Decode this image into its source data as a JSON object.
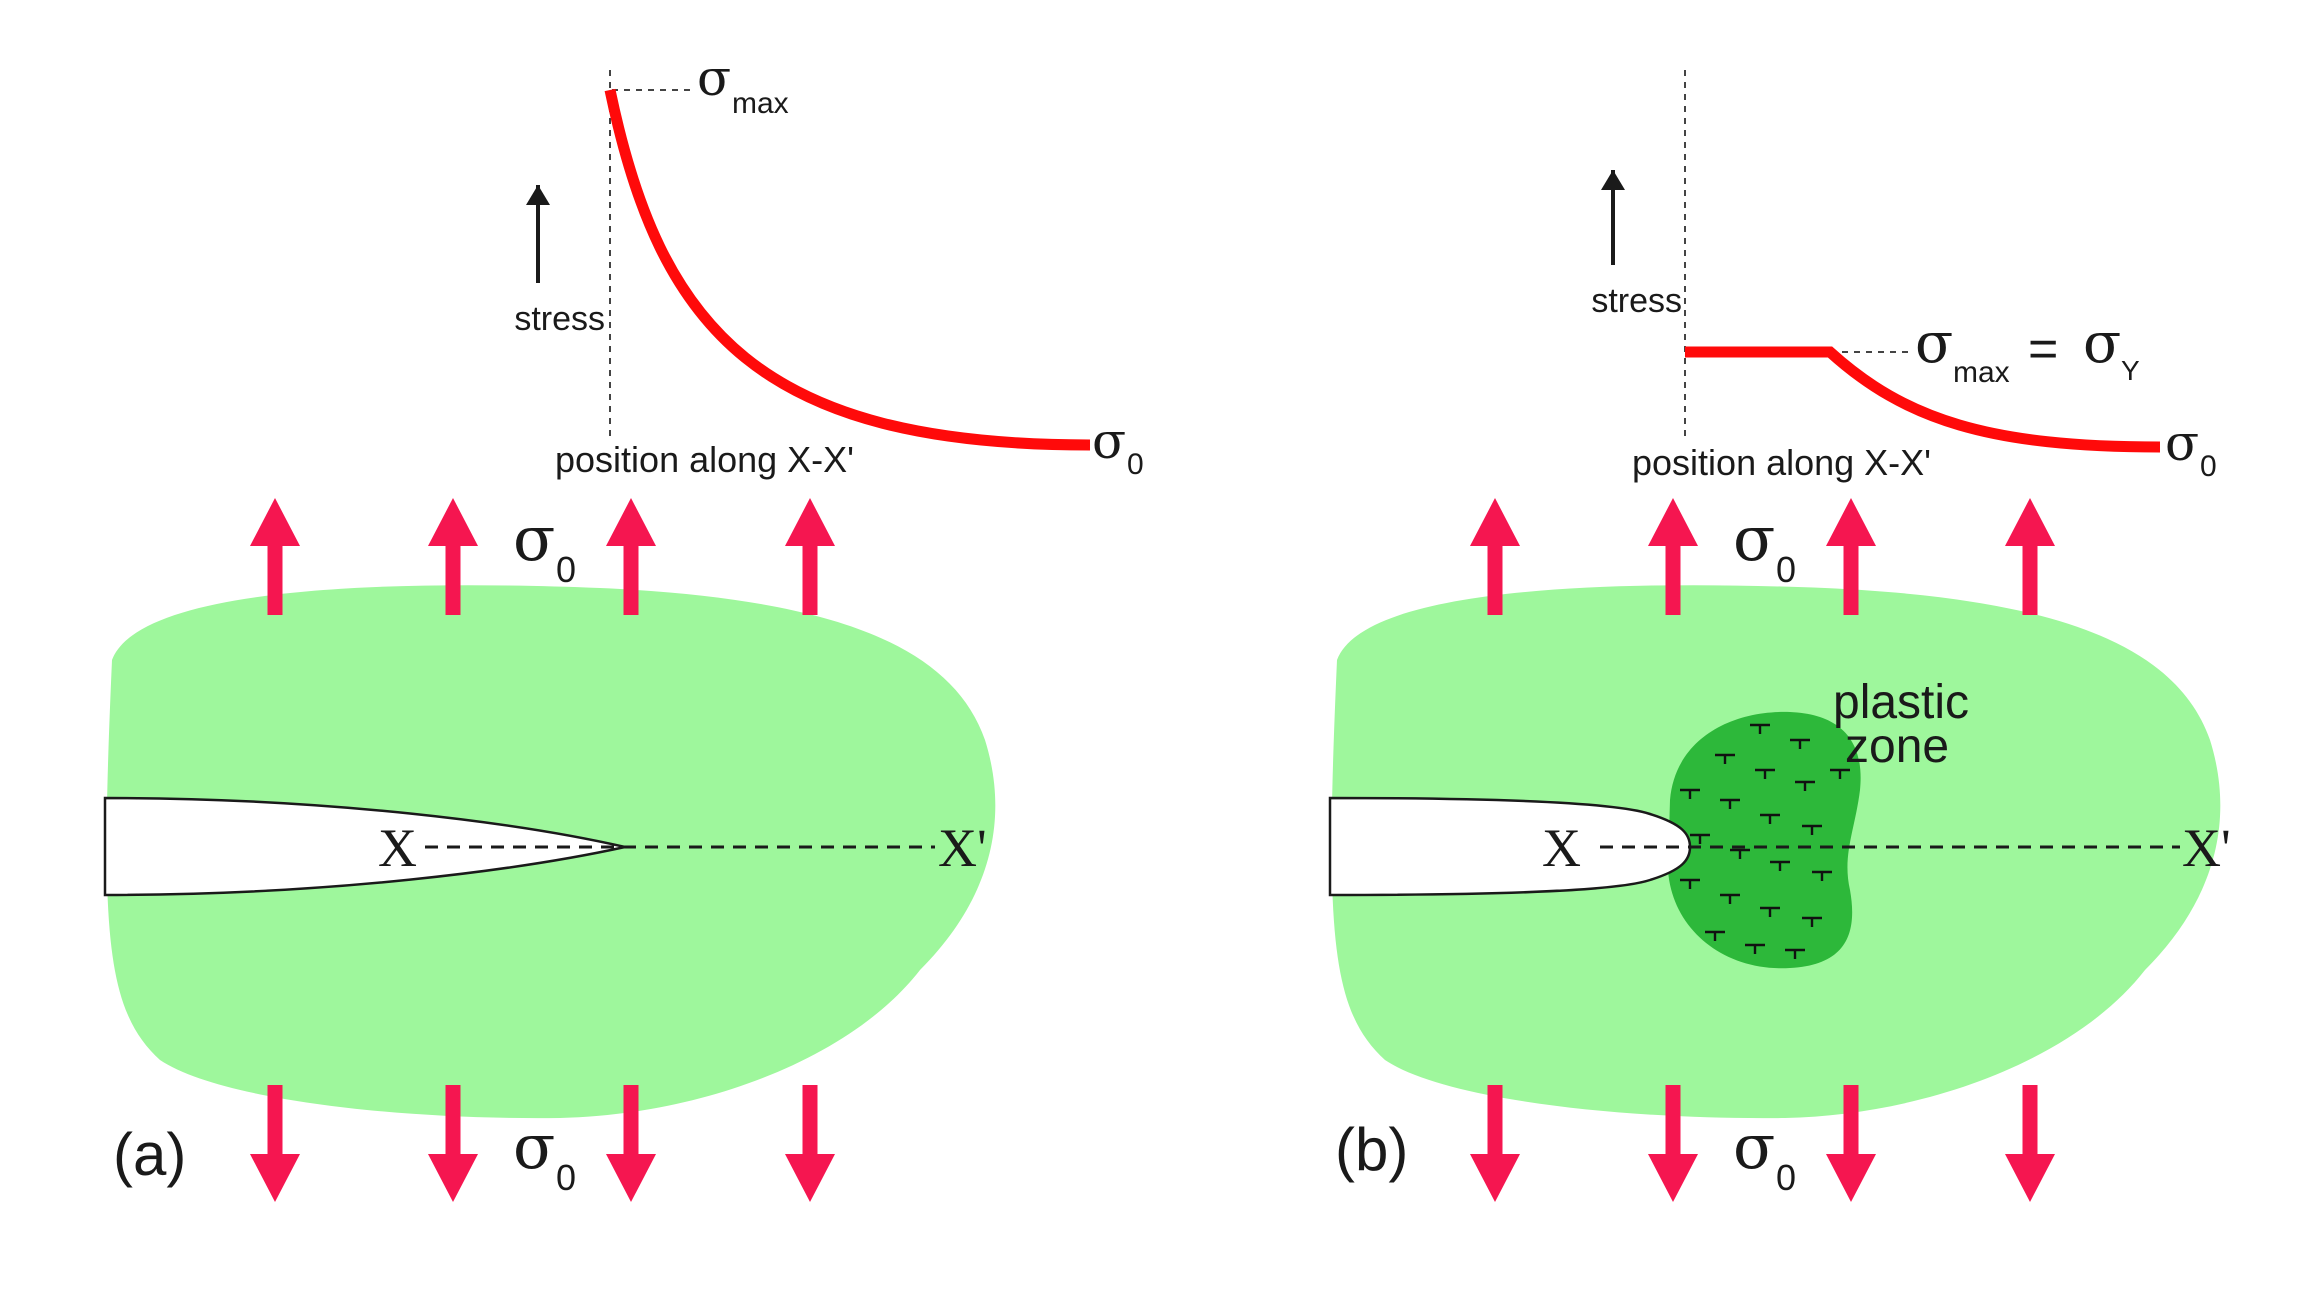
{
  "colors": {
    "body_fill": "#9ef79c",
    "plastic_zone_fill": "#2db83a",
    "stress_curve": "#ff0a0a",
    "load_arrow": "#f51650",
    "crack_outline": "#1a1a1a",
    "dislocation_mark": "#111111"
  },
  "panel_a": {
    "caption": "(a)",
    "stress_axis_label": "stress",
    "position_axis_label": "position along X-X'",
    "sigma_max_symbol": "σ",
    "sigma_max_subscript": "max",
    "sigma_0_symbol": "σ",
    "sigma_0_subscript": "0",
    "load_top_symbol": "σ",
    "load_top_subscript": "0",
    "load_bottom_symbol": "σ",
    "load_bottom_subscript": "0",
    "point_x": "X",
    "point_x_prime": "X'"
  },
  "panel_b": {
    "caption": "(b)",
    "stress_axis_label": "stress",
    "position_axis_label": "position along X-X'",
    "sigma_max_symbol": "σ",
    "sigma_max_subscript": "max",
    "equals_sign": "=",
    "sigma_y_symbol": "σ",
    "sigma_y_subscript": "Y",
    "sigma_0_symbol": "σ",
    "sigma_0_subscript": "0",
    "load_top_symbol": "σ",
    "load_top_subscript": "0",
    "load_bottom_symbol": "σ",
    "load_bottom_subscript": "0",
    "point_x": "X",
    "point_x_prime": "X'",
    "plastic_zone_line1": "plastic",
    "plastic_zone_line2": "zone"
  }
}
